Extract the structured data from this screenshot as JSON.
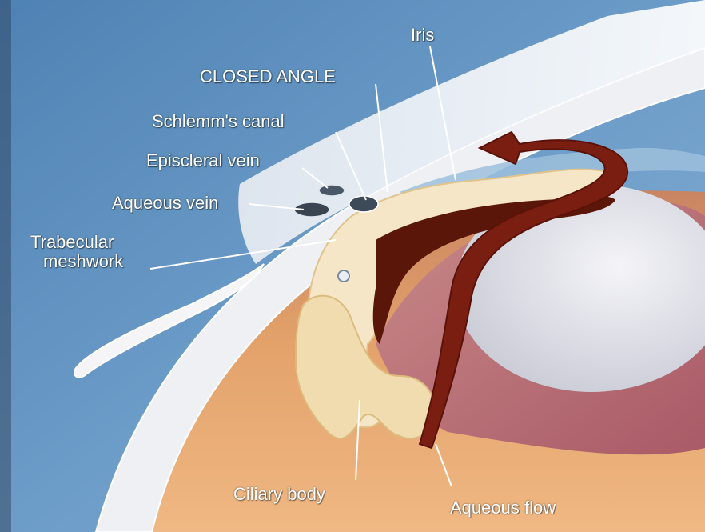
{
  "labels": {
    "iris": "Iris",
    "closed_angle": "CLOSED ANGLE",
    "schlemms_canal": "Schlemm's canal",
    "episcleral_vein": "Episcleral vein",
    "aqueous_vein": "Aqueous vein",
    "trabecular_meshwork_line1": "Trabecular",
    "trabecular_meshwork_line2": "meshwork",
    "ciliary_body": "Ciliary body",
    "aqueous_flow": "Aqueous flow"
  },
  "colors": {
    "background_blue": "#5f90bd",
    "sclera_white": "#f2f2f4",
    "iris_tissue_cream": "#f4e6c6",
    "ciliary_orange": "#e0a060",
    "lens_grey": "#d9dbe4",
    "uveal_pink": "#b86f78",
    "flow_arrow_brown": "#7a1e12",
    "label_white": "#ffffff"
  }
}
